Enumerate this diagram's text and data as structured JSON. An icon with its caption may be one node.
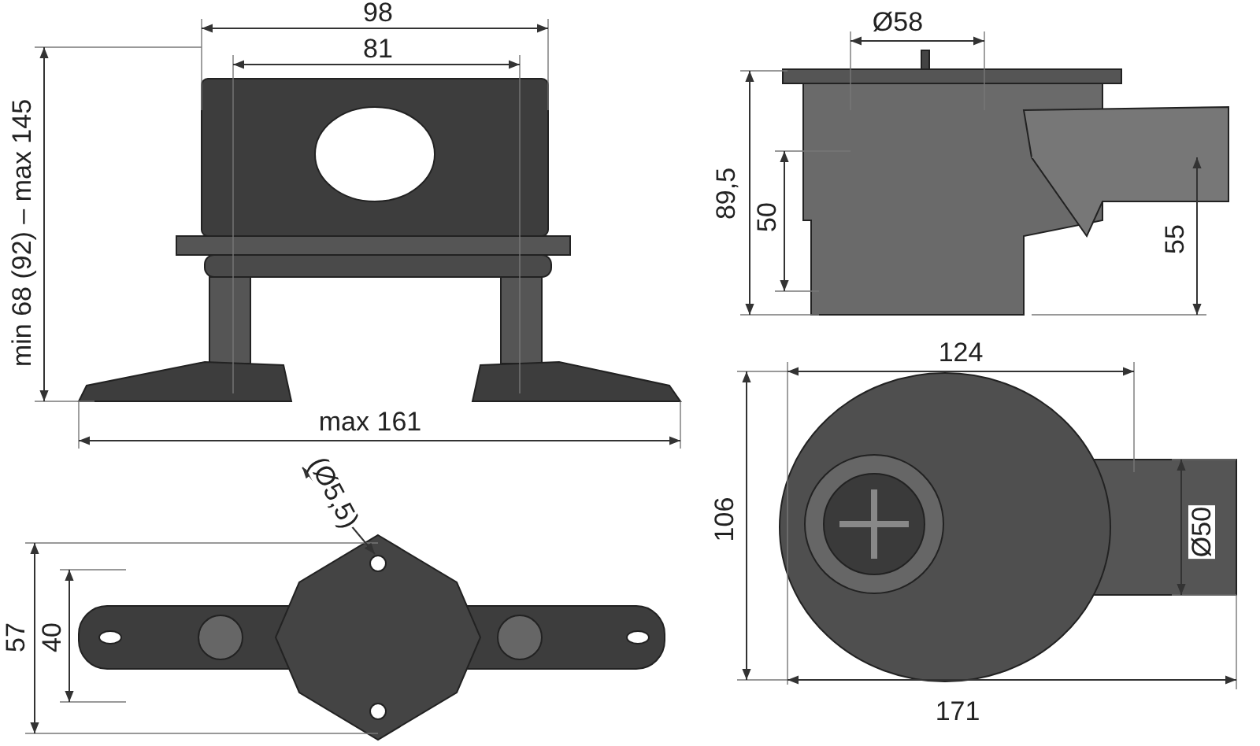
{
  "diagram": {
    "labels": [
      "98",
      "81",
      "min 68 (92) – max 145",
      "max 161",
      "(Ø5,5)",
      "57",
      "40",
      "Ø58",
      "89,5",
      "50",
      "55",
      "124",
      "106",
      "Ø50",
      "171"
    ]
  }
}
